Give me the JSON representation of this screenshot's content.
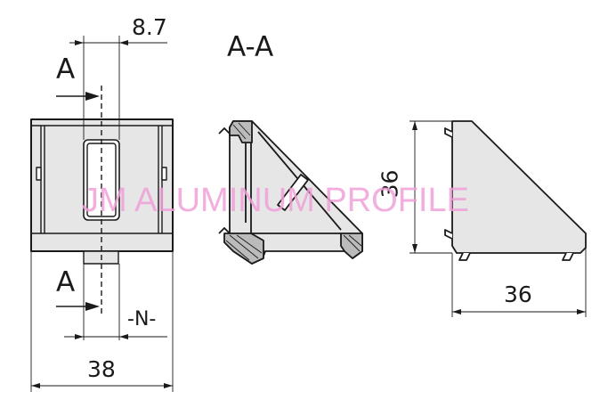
{
  "title": "A-A",
  "dimensions": {
    "top_width": "8.7",
    "overall_width": "38",
    "height": "36",
    "width": "36",
    "slot": "-N-"
  },
  "section_markers": {
    "top": "A",
    "bottom": "A"
  },
  "watermark": "JM ALUMINUM PROFILE",
  "colors": {
    "line": "#1a1a1a",
    "fill": "#e6e6e6",
    "watermark": "#f0a0d8"
  }
}
